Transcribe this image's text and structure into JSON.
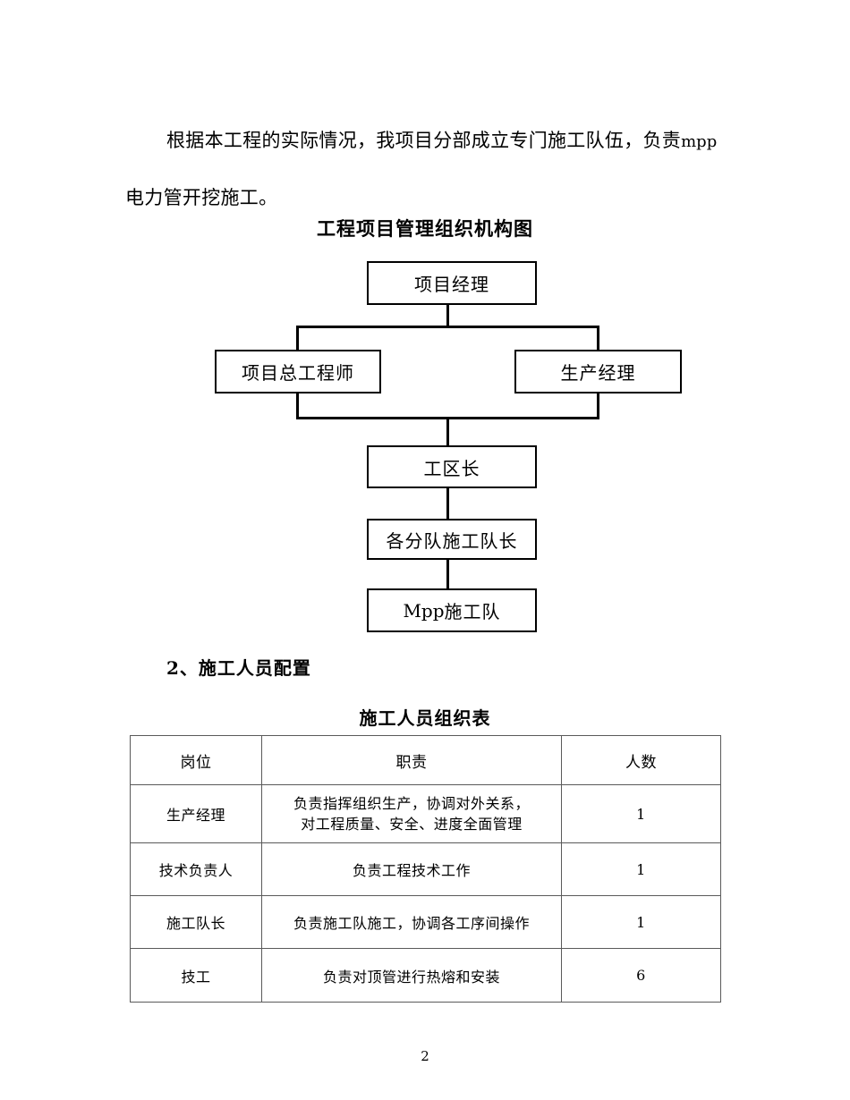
{
  "document": {
    "paragraph_line1_cn": "根据本工程的实际情况，我项目分部成立专门施工队伍，负责",
    "paragraph_line1_latin": "mpp",
    "paragraph_line2": "电力管开挖施工。",
    "chart_title": "工程项目管理组织机构图",
    "section_heading": "2、施工人员配置",
    "table_title": "施工人员组织表",
    "page_number": "2"
  },
  "org_chart": {
    "nodes": [
      {
        "id": "manager",
        "label": "项目经理"
      },
      {
        "id": "chief_eng",
        "label": "项目总工程师"
      },
      {
        "id": "prod_mgr",
        "label": "生产经理"
      },
      {
        "id": "area_head",
        "label": "工区长"
      },
      {
        "id": "team_lead",
        "label": "各分队施工队长"
      },
      {
        "id": "mpp_team_latin",
        "label": "Mpp",
        "label_cn": " 施工队"
      }
    ]
  },
  "staff_table": {
    "headers": [
      "岗位",
      "职责",
      "人数"
    ],
    "rows": [
      {
        "role": "生产经理",
        "duty_line1": "负责指挥组织生产，协调对外关系，",
        "duty_line2": "对工程质量、安全、进度全面管理",
        "count": "1"
      },
      {
        "role": "技术负责人",
        "duty_line1": "负责工程技术工作",
        "duty_line2": "",
        "count": "1"
      },
      {
        "role": "施工队长",
        "duty_line1": "负责施工队施工，协调各工序间操作",
        "duty_line2": "",
        "count": "1"
      },
      {
        "role": "技工",
        "duty_line1": "负责对顶管进行热熔和安装",
        "duty_line2": "",
        "count": "6"
      }
    ]
  }
}
